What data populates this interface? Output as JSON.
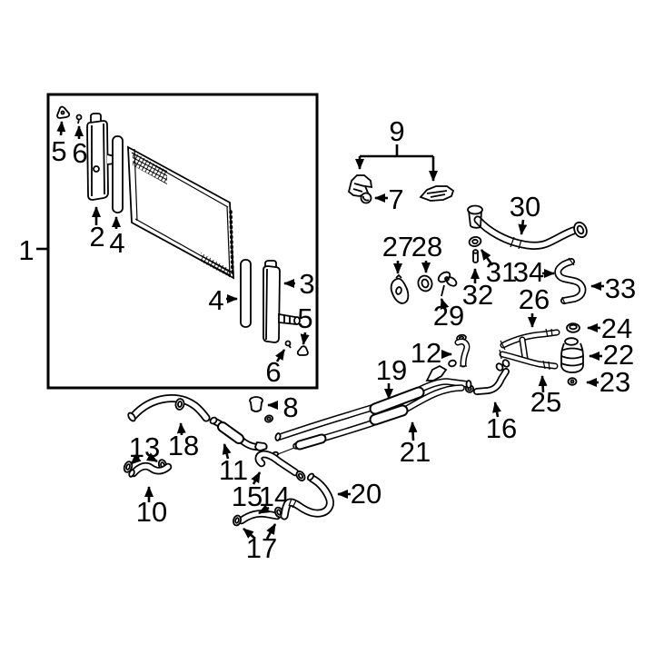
{
  "diagram": {
    "type": "exploded-parts-diagram",
    "description": "Radiator, coolant reservoir and hose exploded parts diagram with numbered callouts",
    "background_color": "#ffffff",
    "line_color": "#000000",
    "callouts": [
      {
        "label": "1",
        "part": "radiator-assembly"
      },
      {
        "label": "5",
        "part": "clip-top-left"
      },
      {
        "label": "6",
        "part": "pin-top-left"
      },
      {
        "label": "2",
        "part": "radiator-tank-left"
      },
      {
        "label": "4",
        "part": "radiator-seal-left"
      },
      {
        "label": "4",
        "part": "radiator-seal-right"
      },
      {
        "label": "3",
        "part": "radiator-tank-right"
      },
      {
        "label": "5",
        "part": "clip-bottom-right"
      },
      {
        "label": "6",
        "part": "pin-bottom-right"
      },
      {
        "label": "9",
        "part": "mount-bracket-pair"
      },
      {
        "label": "7",
        "part": "bracket-grommet"
      },
      {
        "label": "30",
        "part": "coolant-inlet-pipe"
      },
      {
        "label": "27",
        "part": "grommet-27"
      },
      {
        "label": "28",
        "part": "grommet-28"
      },
      {
        "label": "29",
        "part": "retainer-clip-29"
      },
      {
        "label": "31",
        "part": "grommet-31"
      },
      {
        "label": "32",
        "part": "pin-32"
      },
      {
        "label": "34",
        "part": "bypass-hose-clamp"
      },
      {
        "label": "33",
        "part": "bypass-hose"
      },
      {
        "label": "26",
        "part": "reservoir-hose-upper"
      },
      {
        "label": "24",
        "part": "reservoir-cap"
      },
      {
        "label": "22",
        "part": "coolant-reservoir"
      },
      {
        "label": "23",
        "part": "reservoir-grommet"
      },
      {
        "label": "25",
        "part": "reservoir-hose-lower"
      },
      {
        "label": "12",
        "part": "filler-elbow"
      },
      {
        "label": "19",
        "part": "coolant-pipe-upper"
      },
      {
        "label": "16",
        "part": "connector-hose-16"
      },
      {
        "label": "8",
        "part": "grommet-8"
      },
      {
        "label": "13",
        "part": "hose-clamp-pair-13"
      },
      {
        "label": "18",
        "part": "radiator-hose-upper"
      },
      {
        "label": "11",
        "part": "filler-pipe-11"
      },
      {
        "label": "10",
        "part": "connector-hose-10"
      },
      {
        "label": "15",
        "part": "hose-15"
      },
      {
        "label": "14",
        "part": "hose-14"
      },
      {
        "label": "20",
        "part": "radiator-hose-lower"
      },
      {
        "label": "21",
        "part": "coolant-pipe-lower"
      },
      {
        "label": "17",
        "part": "hose-clamp-pair-17"
      }
    ]
  }
}
